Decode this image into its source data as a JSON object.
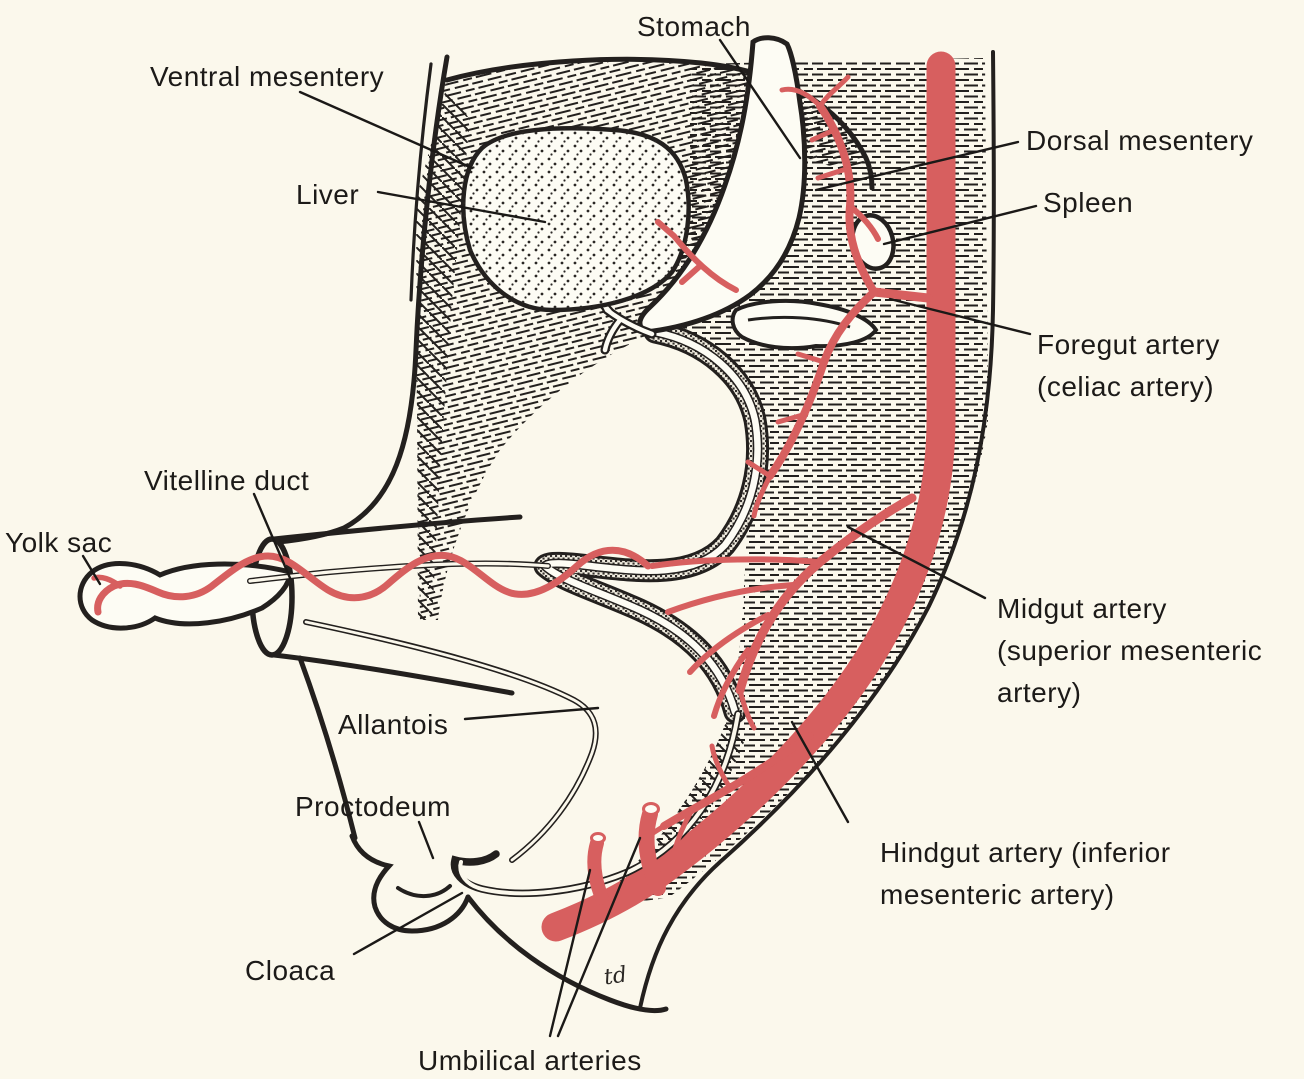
{
  "figure": {
    "title_context": "Embryonic gut and arterial supply diagram",
    "signature": "td",
    "colors": {
      "background": "#fbf8ec",
      "line": "#23201e",
      "artery": "#d75f5f",
      "organ_fill": "#fdfcf4"
    },
    "labels": {
      "stomach": "Stomach",
      "ventral_mesentery": "Ventral mesentery",
      "liver": "Liver",
      "dorsal_mesentery": "Dorsal mesentery",
      "spleen": "Spleen",
      "foregut_artery": "Foregut artery\n(celiac artery)",
      "vitelline_duct": "Vitelline duct",
      "yolk_sac": "Yolk sac",
      "midgut_artery": "Midgut artery\n(superior mesenteric\nartery)",
      "allantois": "Allantois",
      "proctodeum": "Proctodeum",
      "hindgut_artery": "Hindgut artery (inferior\nmesenteric artery)",
      "cloaca": "Cloaca",
      "umbilical_arteries": "Umbilical arteries"
    }
  }
}
